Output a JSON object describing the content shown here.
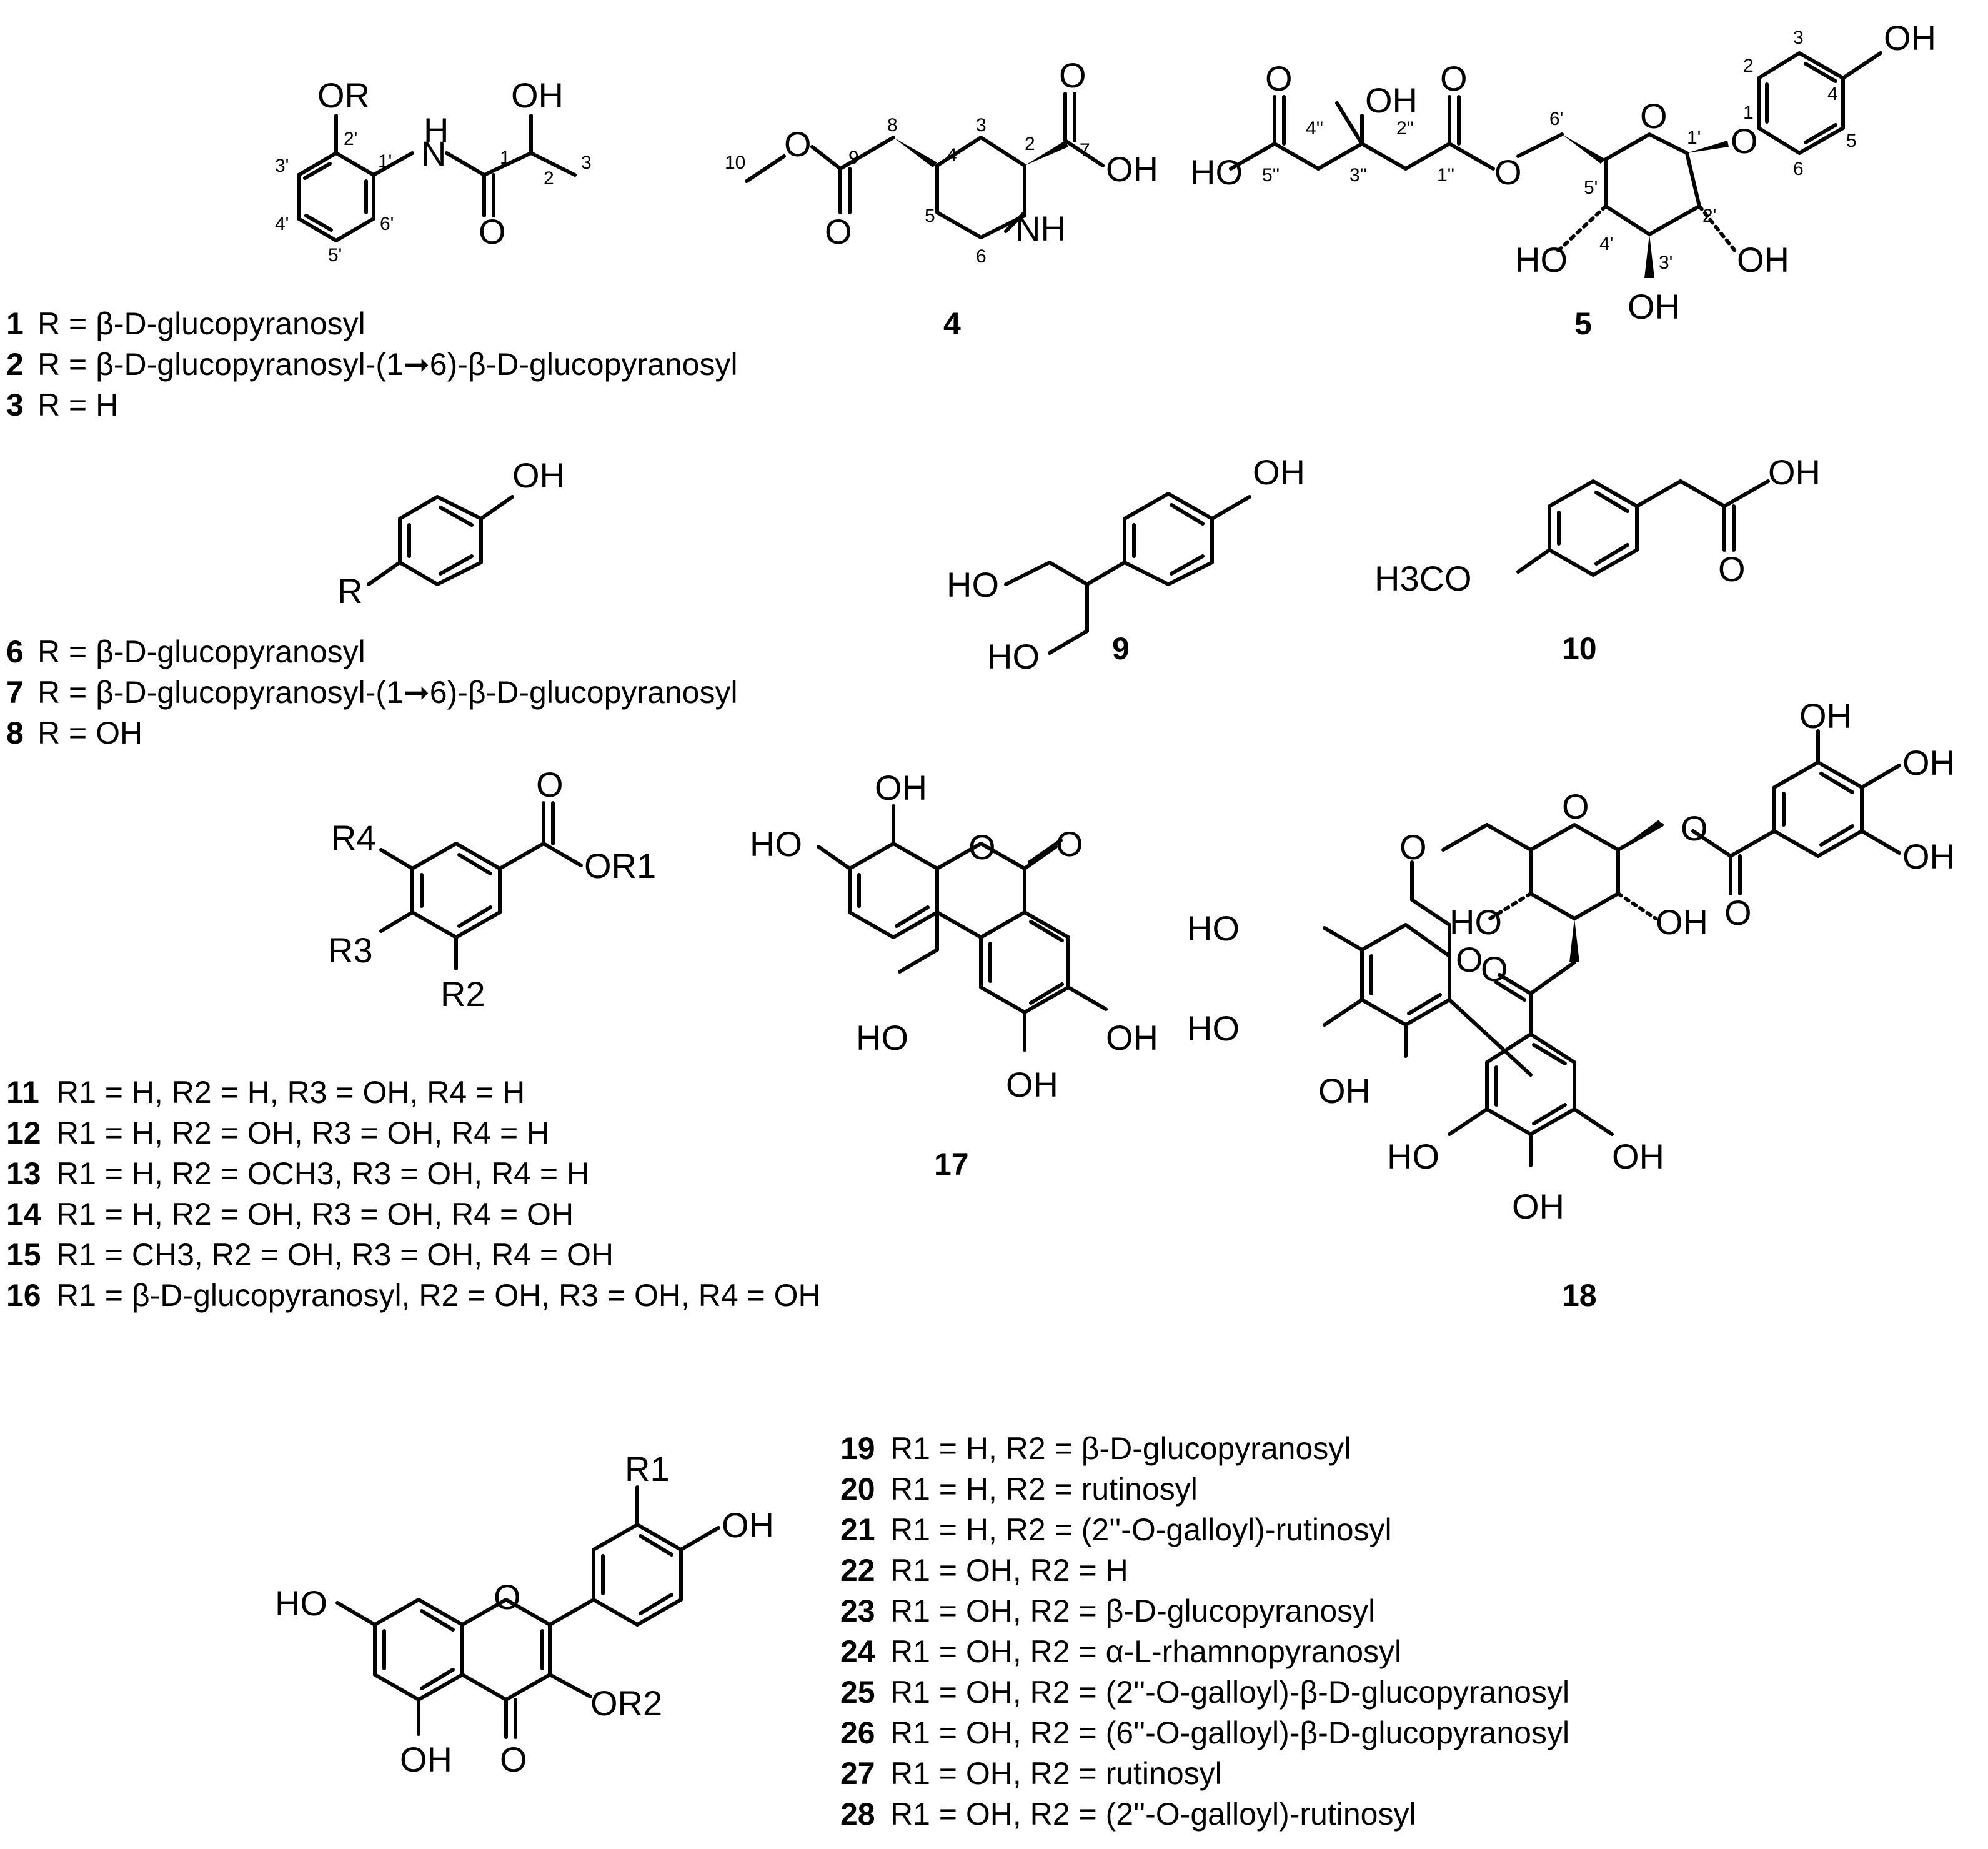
{
  "structures": {
    "s1": {
      "labels": {
        "or": "OR",
        "nh": "H",
        "n": "N",
        "oh": "OH",
        "o": "O",
        "c1p": "1'",
        "c2p": "2'",
        "c3p": "3'",
        "c4p": "4'",
        "c5p": "5'",
        "c6p": "6'",
        "c1": "1",
        "c2": "2",
        "c3": "3"
      },
      "captions": [
        {
          "num": "1",
          "text": "R = β-D-glucopyranosyl"
        },
        {
          "num": "2",
          "text": "R = β-D-glucopyranosyl-(1➞6)-β-D-glucopyranosyl"
        },
        {
          "num": "3",
          "text": "R = H"
        }
      ]
    },
    "s4": {
      "labels": {
        "o_ester": "O",
        "o_carbonyl": "O",
        "o_acid": "O",
        "oh": "OH",
        "nh": "NH",
        "c2": "2",
        "c3": "3",
        "c4": "4",
        "c5": "5",
        "c6": "6",
        "c7": "7",
        "c8": "8",
        "c9": "9",
        "c10": "10"
      },
      "num": "4"
    },
    "s5": {
      "labels": {
        "ho_left": "HO",
        "o1": "O",
        "o2": "O",
        "oh_top": "OH",
        "o_link": "O",
        "o_ring": "O",
        "o_glyc": "O",
        "oh_aryl": "OH",
        "ho_c4": "HO",
        "oh_c2": "OH",
        "oh_c3": "OH",
        "c5pp": "5''",
        "c4pp": "4''",
        "c3pp": "3''",
        "c2pp": "2''",
        "c1pp": "1''",
        "c6p": "6'",
        "c5p": "5'",
        "c4p": "4'",
        "c3p": "3'",
        "c2p": "2'",
        "c1p": "1'",
        "a1": "1",
        "a2": "2",
        "a3": "3",
        "a4": "4",
        "a5": "5",
        "a6": "6"
      },
      "num": "5"
    },
    "s6": {
      "labels": {
        "oh": "OH",
        "r": "R"
      },
      "captions": [
        {
          "num": "6",
          "text": "R = β-D-glucopyranosyl"
        },
        {
          "num": "7",
          "text": "R = β-D-glucopyranosyl-(1➞6)-β-D-glucopyranosyl"
        },
        {
          "num": "8",
          "text": "R = OH"
        }
      ]
    },
    "s9": {
      "labels": {
        "oh": "OH",
        "ho1": "HO",
        "ho2": "HO"
      },
      "num": "9"
    },
    "s10": {
      "labels": {
        "oh": "OH",
        "o": "O",
        "h3co": "H3CO"
      },
      "num": "10"
    },
    "s11": {
      "labels": {
        "o": "O",
        "or1": "OR1",
        "r4": "R4",
        "r3": "R3",
        "r2": "R2"
      },
      "captions": [
        {
          "num": "11",
          "text": "R1 = H, R2 = H, R3 = OH, R4 = H"
        },
        {
          "num": "12",
          "text": "R1 = H, R2 = OH, R3 = OH, R4 = H"
        },
        {
          "num": "13",
          "text": "R1 = H, R2 = OCH3, R3 = OH, R4 = H"
        },
        {
          "num": "14",
          "text": "R1 = H, R2 = OH, R3 = OH, R4 = OH"
        },
        {
          "num": "15",
          "text": "R1 = CH3, R2 = OH, R3 = OH, R4 = OH"
        },
        {
          "num": "16",
          "text": "R1 = β-D-glucopyranosyl, R2 = OH, R3 = OH, R4 = OH"
        }
      ]
    },
    "s17": {
      "labels": {
        "oh_top": "OH",
        "ho_left": "HO",
        "o_ring": "O",
        "o_co": "O",
        "ho_bl": "HO",
        "oh_br": "OH",
        "oh_bot": "OH"
      },
      "num": "17"
    },
    "s18": {
      "labels": {
        "oh_g1": "OH",
        "oh_g2": "OH",
        "oh_g3": "OH",
        "o_g": "O",
        "o_ring": "O",
        "o_est1": "O",
        "o_est1b": "O",
        "ho_l1": "HO",
        "ho_l2": "HO",
        "oh_l3": "OH",
        "ho_s4": "HO",
        "oh_s2": "OH",
        "o_k": "O",
        "ho_b1": "HO",
        "oh_b2": "OH",
        "oh_b3": "OH",
        "o_gal": "O"
      },
      "num": "18"
    },
    "s19": {
      "labels": {
        "r1": "R1",
        "oh": "OH",
        "ho": "HO",
        "o_ring": "O",
        "or2": "OR2",
        "oh_5": "OH",
        "o_4": "O"
      },
      "captions": [
        {
          "num": "19",
          "text": "R1 = H, R2 = β-D-glucopyranosyl"
        },
        {
          "num": "20",
          "text": "R1 = H, R2 =  rutinosyl"
        },
        {
          "num": "21",
          "text": "R1 = H, R2 = (2''-O-galloyl)-rutinosyl"
        },
        {
          "num": "22",
          "text": "R1 = OH, R2 = H"
        },
        {
          "num": "23",
          "text": "R1 = OH, R2 = β-D-glucopyranosyl"
        },
        {
          "num": "24",
          "text": "R1 = OH, R2 = α-L-rhamnopyranosyl"
        },
        {
          "num": "25",
          "text": "R1 = OH, R2 = (2''-O-galloyl)-β-D-glucopyranosyl"
        },
        {
          "num": "26",
          "text": "R1 = OH, R2 = (6''-O-galloyl)-β-D-glucopyranosyl"
        },
        {
          "num": "27",
          "text": "R1 = OH, R2 = rutinosyl"
        },
        {
          "num": "28",
          "text": "R1 = OH, R2 = (2''-O-galloyl)-rutinosyl"
        }
      ]
    }
  }
}
